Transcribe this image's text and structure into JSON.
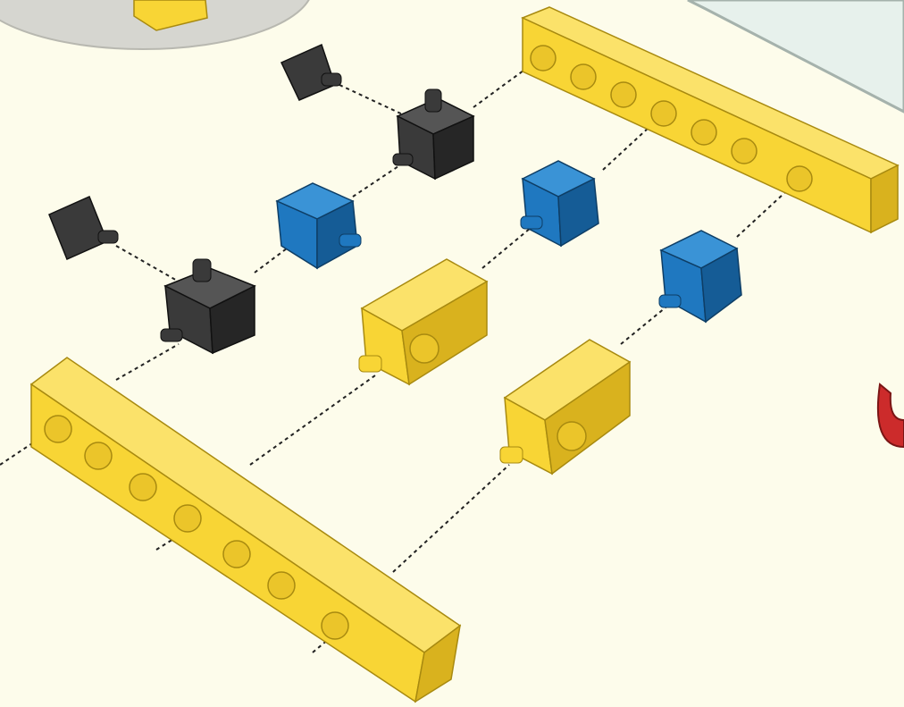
{
  "page": {
    "background": "#FDFCEB",
    "content_type": "building-instruction-step"
  },
  "colors": {
    "yellow": "#F8D535",
    "yellow_side": "#D9B21E",
    "yellow_top": "#FBE26A",
    "blue": "#1F78C0",
    "blue_side": "#155C96",
    "blue_top": "#3A93D6",
    "black": "#3A3A3A",
    "black_side": "#262626",
    "black_top": "#555555",
    "callout_fill": "#D6D6D0",
    "panel_fill": "#E7F1EC",
    "arrow_red": "#CC2B2B",
    "guide_line": "#222222"
  },
  "parts": [
    {
      "kind": "technic-beam-7",
      "color": "yellow",
      "count": 2
    },
    {
      "kind": "technic-brick-1x2-with-axle-hole",
      "color": "yellow",
      "count": 2
    },
    {
      "kind": "technic-connector-cube",
      "color": "blue",
      "count": 3
    },
    {
      "kind": "technic-connector-cube",
      "color": "black",
      "count": 2
    },
    {
      "kind": "technic-pin-connector-tab",
      "color": "black",
      "count": 2
    }
  ],
  "icons": {
    "callout": "submodel-callout-icon",
    "panel": "next-step-panel-icon",
    "arrow": "rotate-arrow-icon"
  }
}
